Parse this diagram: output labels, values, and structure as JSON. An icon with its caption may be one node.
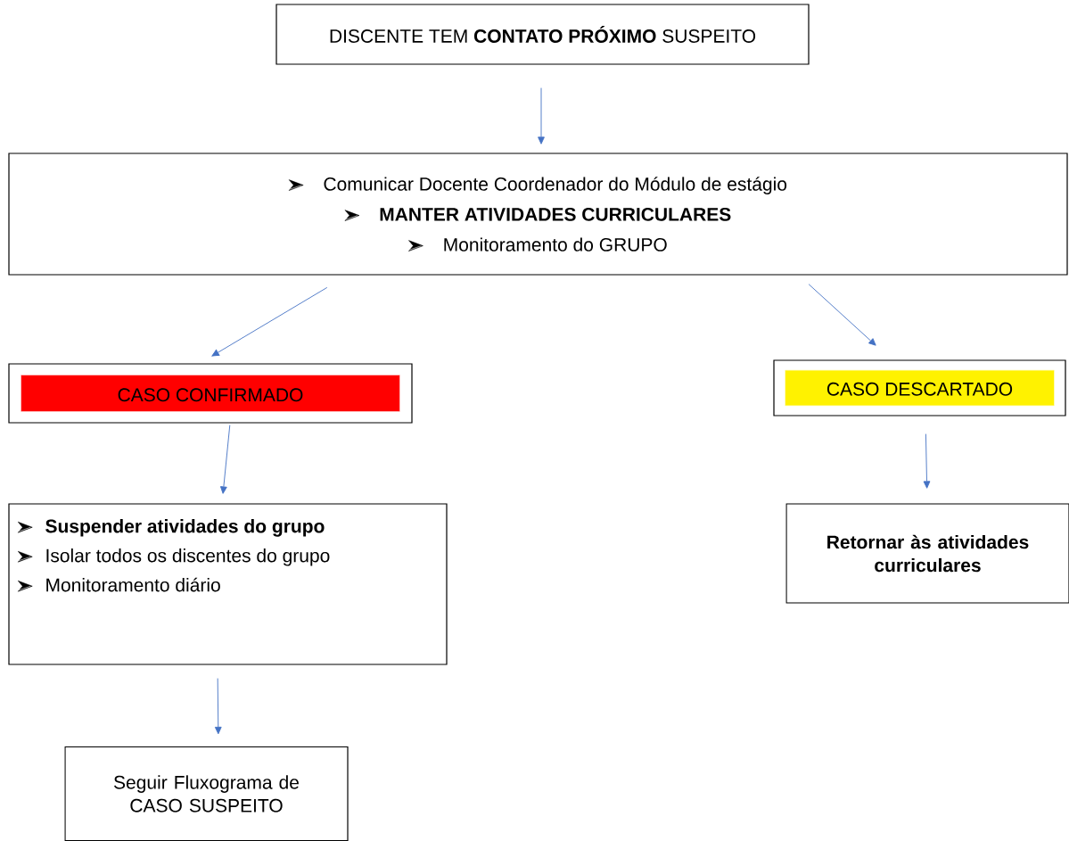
{
  "diagram": {
    "nodes": [
      {
        "text": [
          "DISCENTE TEM **CONTATO PRÓXIMO** SUSPEITO"
        ]
      },
      {
        "text": [
          "Comunicar Docente Coordenador do Módulo de estágio",
          "MANTER ATIVIDADES CURRICULARES",
          "Monitoramento do GRUPO"
        ]
      },
      {
        "text": [
          "CASO CONFIRMADO"
        ]
      },
      {
        "text": [
          "CASO DESCARTADO"
        ]
      },
      {
        "text": [
          "Suspender atividades do grupo",
          "Isolar todos os discentes do grupo",
          "Monitoramento diário"
        ]
      },
      {
        "text": [
          "Retornar às atividades curriculares"
        ]
      },
      {
        "text": [
          "Seguir Fluxograma de CASO SUSPEITO"
        ]
      }
    ],
    "edges": [
      {
        "from": 0,
        "to": 1,
        "arrow": "to"
      },
      {
        "from": 1,
        "to": 2,
        "arrow": "to"
      },
      {
        "from": 1,
        "to": 3,
        "arrow": "to"
      },
      {
        "from": 2,
        "to": 4,
        "arrow": "to"
      },
      {
        "from": 3,
        "to": 5,
        "arrow": "to"
      },
      {
        "from": 4,
        "to": 6,
        "arrow": "to"
      }
    ]
  }
}
